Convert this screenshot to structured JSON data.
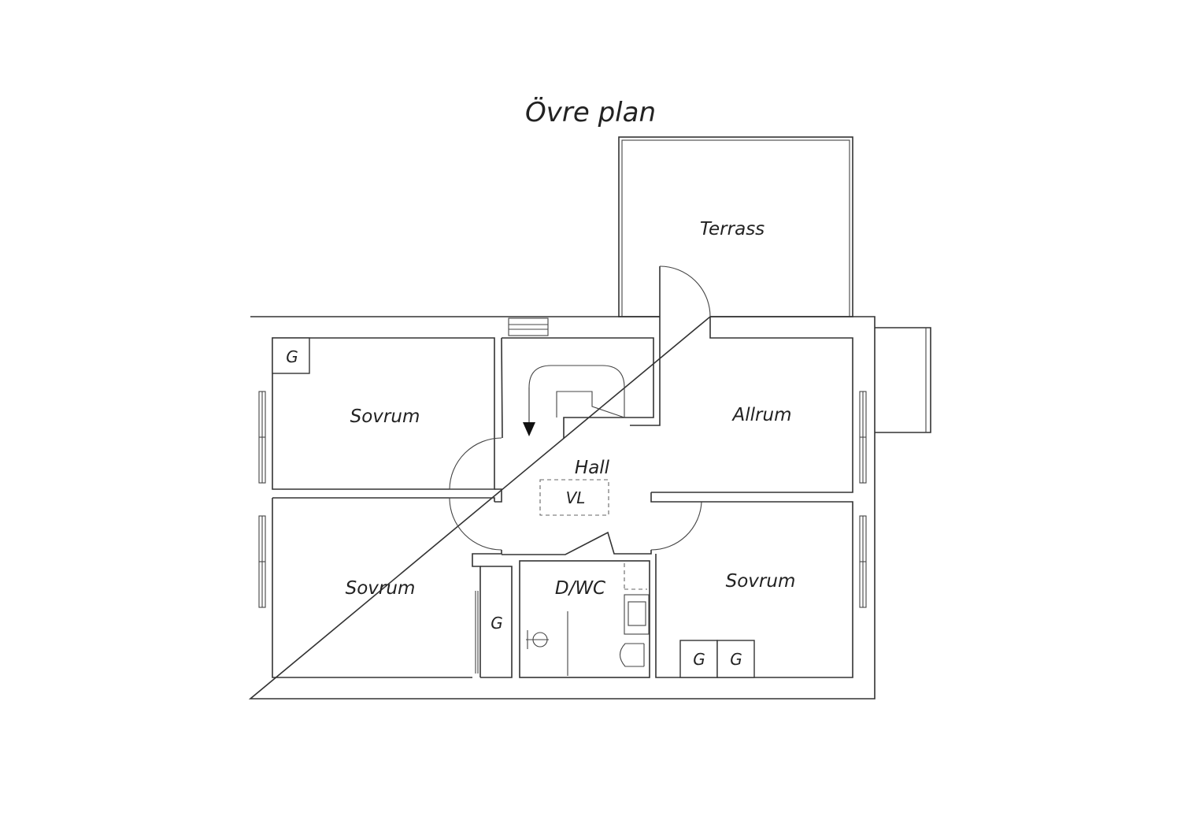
{
  "title": "Övre plan",
  "rooms": {
    "terrace": "Terrass",
    "bedroom_top_left": "Sovrum",
    "living_room": "Allrum",
    "hall": "Hall",
    "bedroom_bottom_left": "Sovrum",
    "bathroom": "D/WC",
    "bedroom_bottom_right": "Sovrum"
  },
  "fixtures": {
    "wardrobe_top_left": "G",
    "wardrobe_bottom_left": "G",
    "wardrobe_bottom_right_1": "G",
    "wardrobe_bottom_right_2": "G",
    "attic_hatch": "VL"
  }
}
